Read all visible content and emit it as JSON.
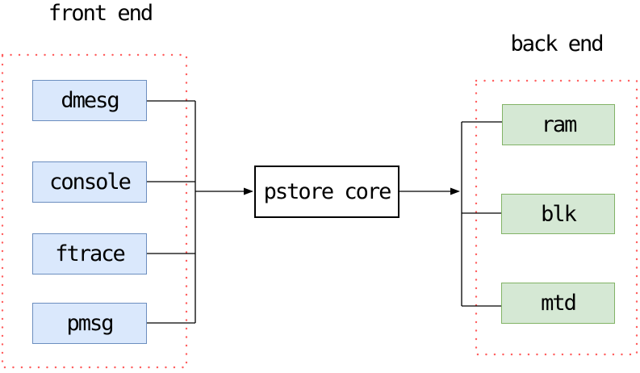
{
  "diagram": {
    "front_end": {
      "title": "front end",
      "nodes": [
        {
          "label": "dmesg"
        },
        {
          "label": "console"
        },
        {
          "label": "ftrace"
        },
        {
          "label": "pmsg"
        }
      ]
    },
    "core": {
      "label": "pstore core"
    },
    "back_end": {
      "title": "back end",
      "nodes": [
        {
          "label": "ram"
        },
        {
          "label": "blk"
        },
        {
          "label": "mtd"
        }
      ]
    },
    "edges": [
      {
        "from": "dmesg",
        "to": "pstore core"
      },
      {
        "from": "console",
        "to": "pstore core"
      },
      {
        "from": "ftrace",
        "to": "pstore core"
      },
      {
        "from": "pmsg",
        "to": "pstore core"
      },
      {
        "from": "pstore core",
        "to": "ram"
      },
      {
        "from": "pstore core",
        "to": "blk"
      },
      {
        "from": "pstore core",
        "to": "mtd"
      }
    ],
    "colors": {
      "front_node_fill": "#dae8fc",
      "front_node_border": "#6c8ebf",
      "back_node_fill": "#d5e8d4",
      "back_node_border": "#82b366",
      "core_fill": "#ffffff",
      "core_border": "#000000",
      "group_border": "#ff5f5f",
      "line_color": "#000000",
      "text_color": "#000000",
      "background": "#ffffff"
    }
  }
}
